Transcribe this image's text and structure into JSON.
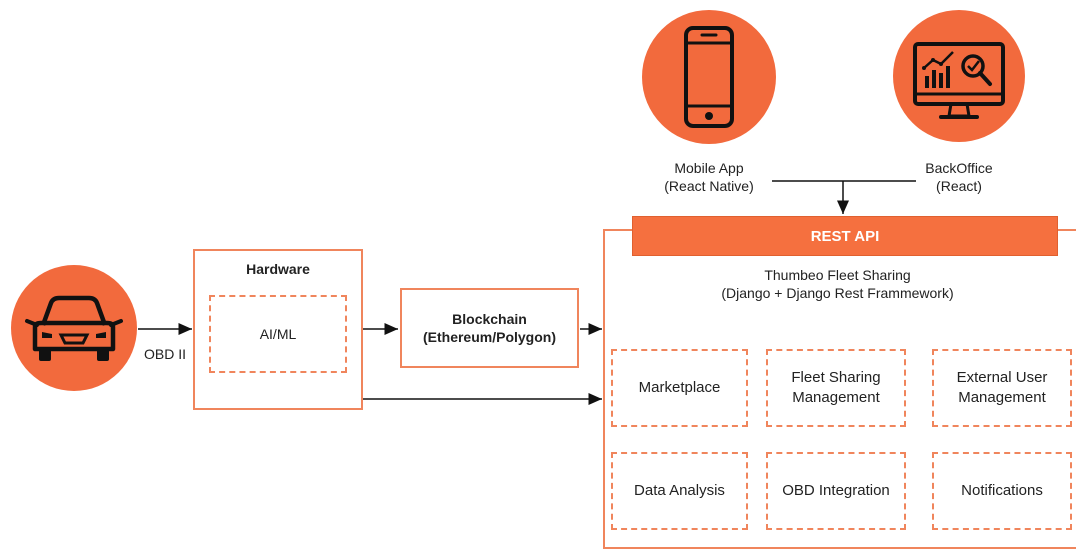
{
  "nodes": {
    "mobile_app": {
      "line1": "Mobile App",
      "line2": "(React Native)"
    },
    "backoffice": {
      "line1": "BackOffice",
      "line2": "(React)"
    },
    "hardware": {
      "title": "Hardware",
      "inner": "AI/ML"
    },
    "car": {
      "edge_label": "OBD II"
    },
    "blockchain": {
      "line1": "Blockchain",
      "line2": "(Ethereum/Polygon)"
    },
    "platform": {
      "header": "REST API",
      "title_line1": "Thumbeo Fleet Sharing",
      "title_line2": "(Django + Django Rest Frammework)",
      "modules": [
        {
          "line1": "Marketplace",
          "line2": ""
        },
        {
          "line1": "Fleet Sharing",
          "line2": "Management"
        },
        {
          "line1": "External User",
          "line2": "Management"
        },
        {
          "line1": "Data Analysis",
          "line2": ""
        },
        {
          "line1": "OBD Integration",
          "line2": ""
        },
        {
          "line1": "Notifications",
          "line2": ""
        }
      ]
    }
  },
  "colors": {
    "accent": "#f26a3d",
    "border": "#f0855c",
    "header": "#f5703f"
  },
  "icons": [
    "smartphone-icon",
    "monitor-analytics-icon",
    "car-icon"
  ]
}
